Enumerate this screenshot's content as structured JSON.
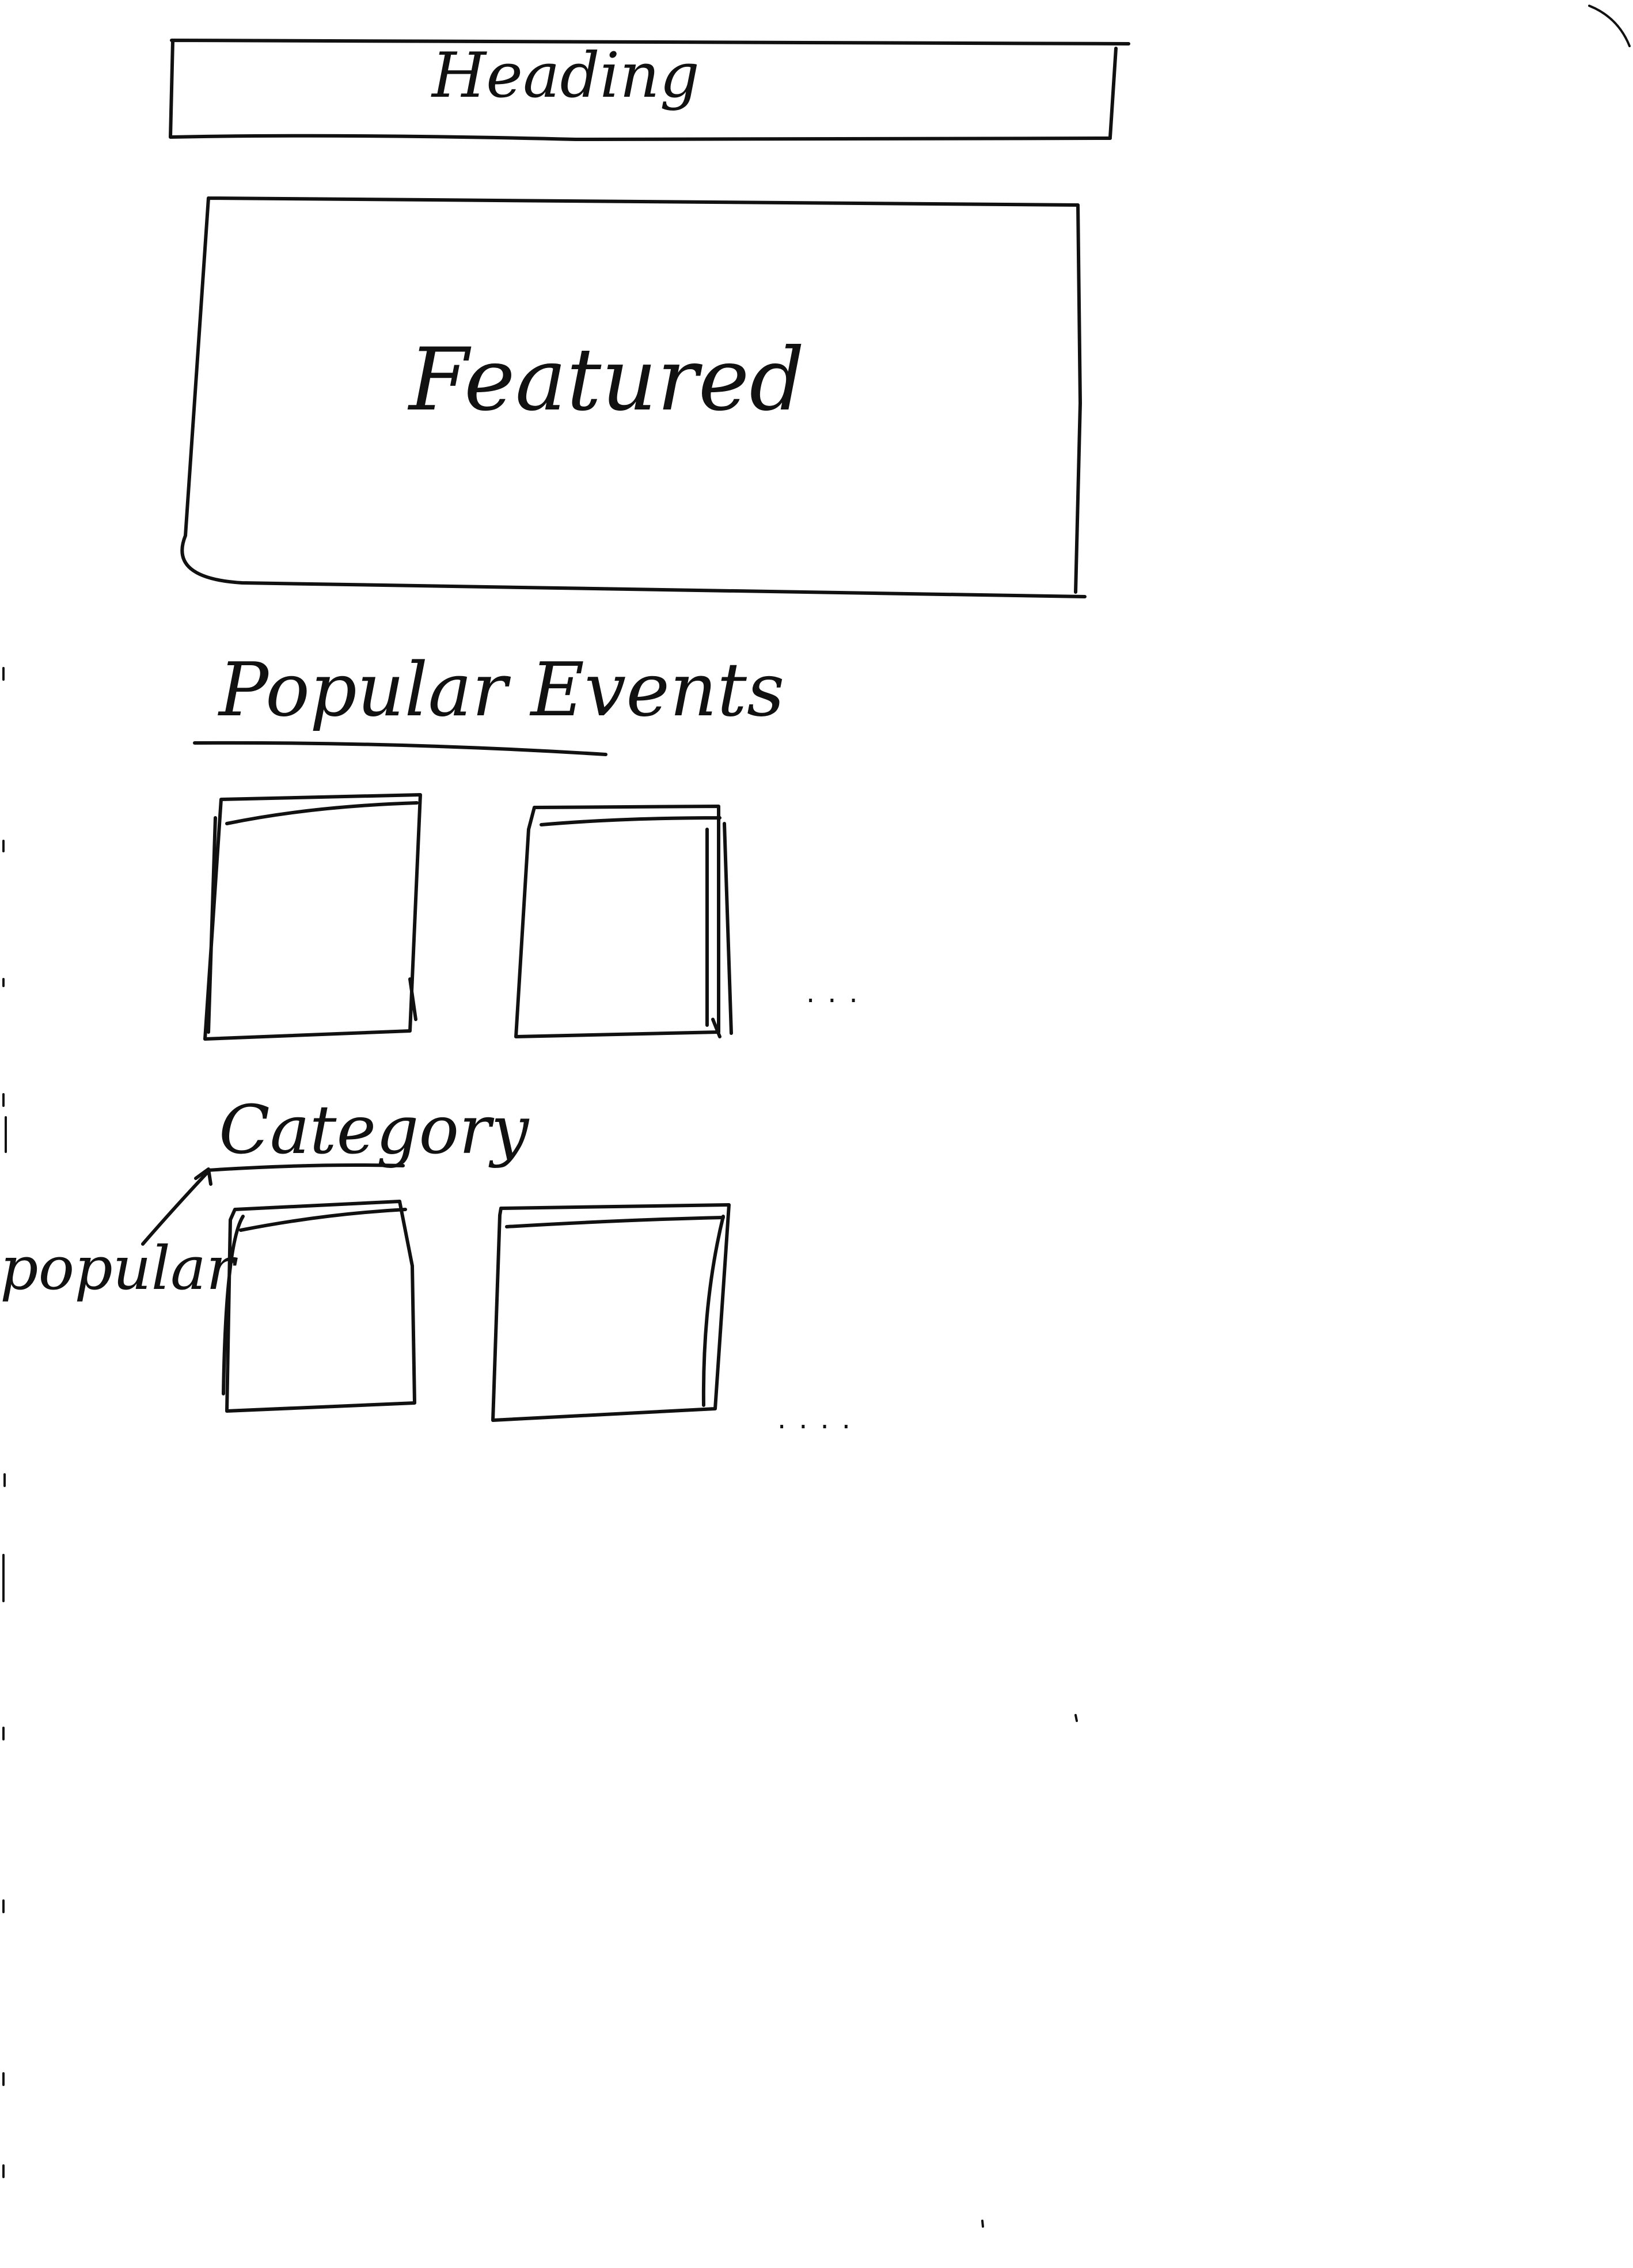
{
  "heading": {
    "label": "Heading"
  },
  "featured": {
    "label": "Featured"
  },
  "popular_events": {
    "title": "Popular Events",
    "more": "...",
    "tiles": 2
  },
  "category": {
    "title": "Category",
    "more": "....",
    "tiles": 2,
    "annotation": "popular"
  }
}
